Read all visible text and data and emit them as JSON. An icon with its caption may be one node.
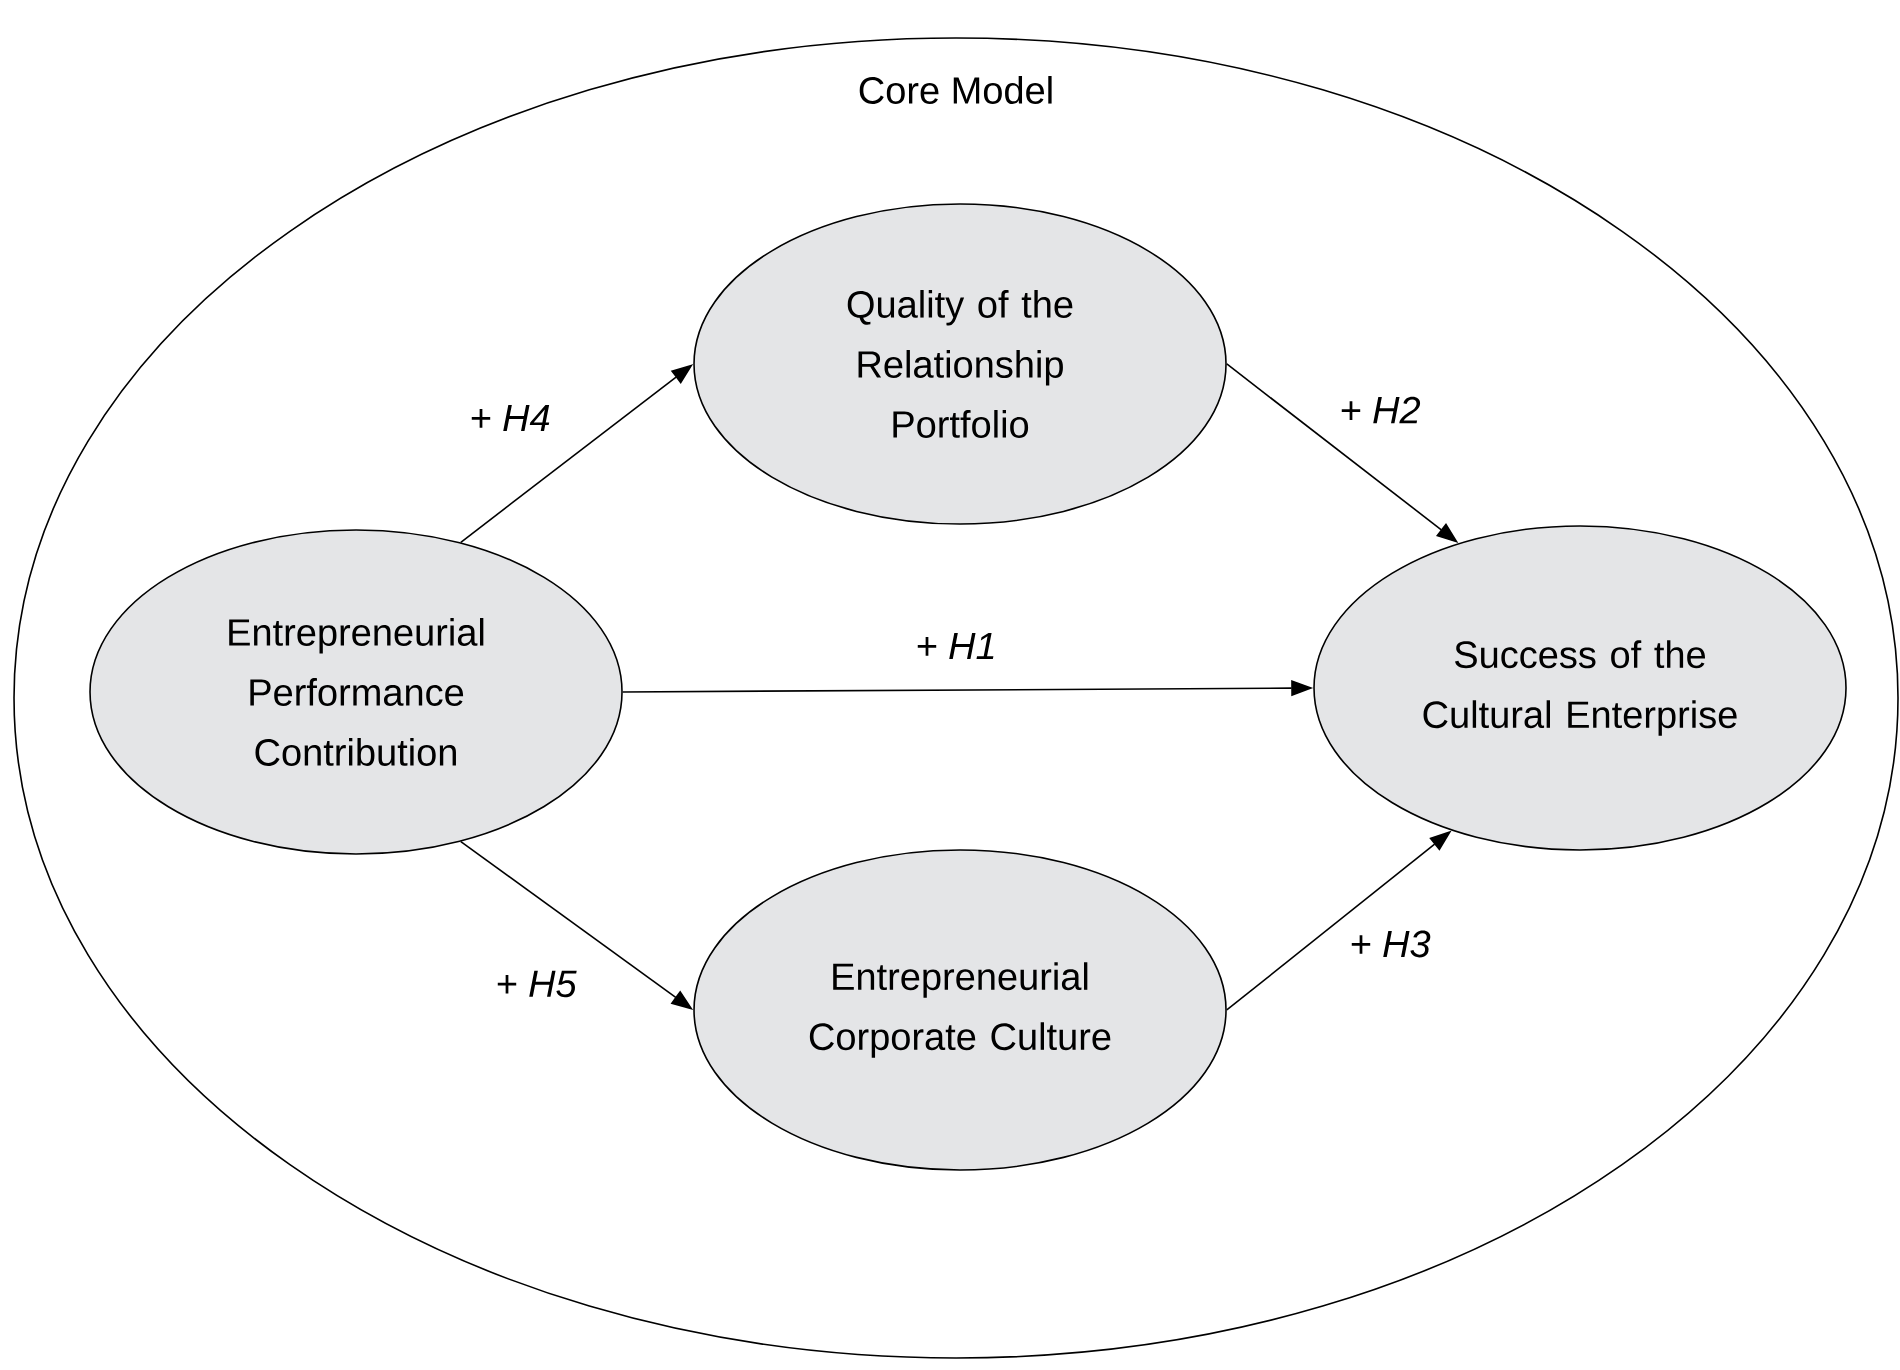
{
  "diagram": {
    "nodes": [
      {
        "text": [
          "Core Model"
        ]
      },
      {
        "text": [
          "Entrepreneurial Performance Contribution"
        ],
        "in": 0
      },
      {
        "text": [
          "Quality of the Relationship Portfolio"
        ],
        "in": 0
      },
      {
        "text": [
          "Entrepreneurial Corporate Culture"
        ],
        "in": 0
      },
      {
        "text": [
          "Success of the Cultural Enterprise"
        ],
        "in": 0
      }
    ],
    "edges": [
      {
        "from": 1,
        "to": 2,
        "arrow": "to",
        "label": "+ H4"
      },
      {
        "from": 2,
        "to": 4,
        "arrow": "to",
        "label": "+ H2"
      },
      {
        "from": 1,
        "to": 4,
        "arrow": "to",
        "label": "+ H1"
      },
      {
        "from": 1,
        "to": 3,
        "arrow": "to",
        "label": "+ H5"
      },
      {
        "from": 3,
        "to": 4,
        "arrow": "to",
        "label": "+ H3"
      }
    ]
  }
}
